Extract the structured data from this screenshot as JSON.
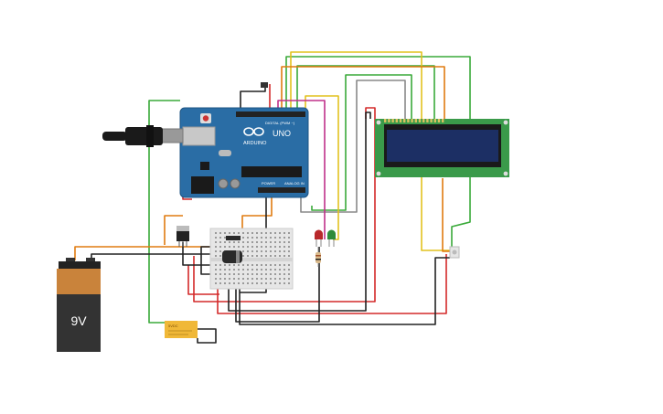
{
  "arduino": {
    "brand": "ARDUINO",
    "model": "UNO",
    "digital_label": "DIGITAL (PWM ~)",
    "power_label": "POWER",
    "analog_label": "ANALOG IN",
    "color": "#2a6da5"
  },
  "battery": {
    "label": "9V",
    "top_color": "#c9833b",
    "body_color": "#333333"
  },
  "lcd": {
    "pcb_color": "#3a9a4a",
    "screen_color": "#1c2f64"
  },
  "relay": {
    "label": "5VDC",
    "color": "#f0b838"
  },
  "leds": {
    "red": "#b8282a",
    "green": "#2e8b3a"
  },
  "wire_colors": {
    "red": "#d42a2a",
    "black": "#222222",
    "green": "#3aaa3a",
    "yellow": "#e2c21f",
    "orange": "#e07b10",
    "magenta": "#c0308a",
    "gray": "#888888"
  }
}
